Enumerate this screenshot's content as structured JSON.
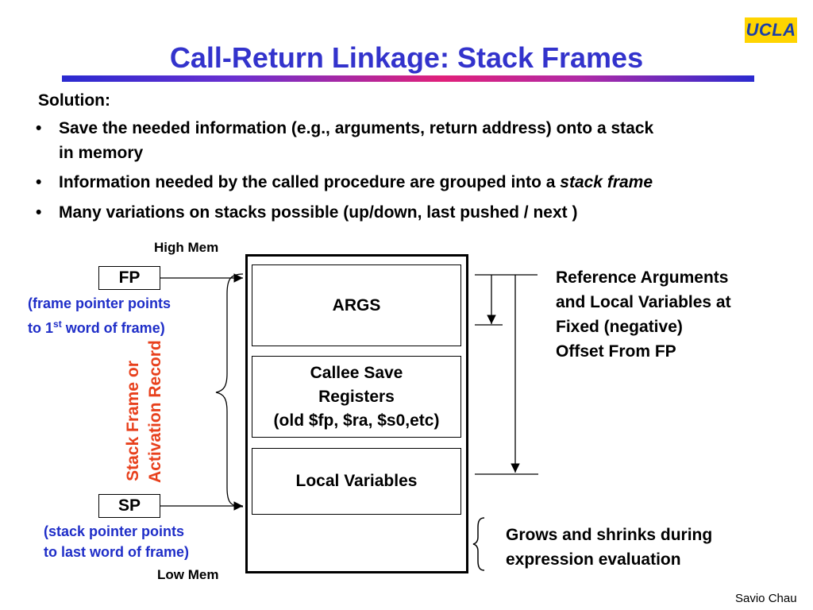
{
  "slide": {
    "title": "Call-Return Linkage: Stack Frames",
    "logo_text": "UCLA",
    "footer": "Savio Chau"
  },
  "bullets": {
    "heading": "Solution:",
    "marker": "•",
    "items": [
      {
        "line1": "Save the needed information (e.g., arguments, return address) onto a stack",
        "line2": "in memory"
      },
      {
        "text": "Information needed by the called procedure are grouped into a ",
        "emphasis": "stack frame"
      },
      {
        "text": "Many variations on stacks possible (up/down, last pushed / next )"
      }
    ]
  },
  "diagram": {
    "high_mem": "High Mem",
    "low_mem": "Low Mem",
    "fp": {
      "label": "FP",
      "note_line1": "(frame pointer points",
      "note_line2_pre": "to 1",
      "note_line2_sup": "st",
      "note_line2_post": " word of frame)"
    },
    "sp": {
      "label": "SP",
      "note_line1": "(stack pointer points",
      "note_line2": "to last word of frame)"
    },
    "stack_frame_label": {
      "line1": "Stack Frame or",
      "line2": "Activation Record"
    },
    "sections": {
      "args": "ARGS",
      "callee_line1": "Callee Save",
      "callee_line2": "Registers",
      "callee_line3": "(old $fp, $ra, $s0,etc)",
      "locals": "Local Variables"
    },
    "right_note": [
      "Reference Arguments",
      "and Local Variables at",
      "Fixed (negative)",
      "Offset From FP"
    ],
    "grow_note": [
      "Grows and shrinks during",
      "expression evaluation"
    ]
  }
}
